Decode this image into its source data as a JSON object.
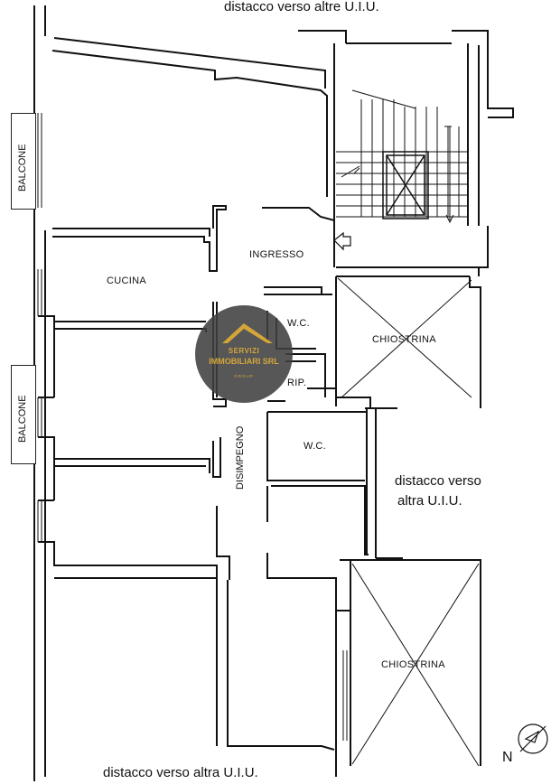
{
  "top_note": "distacco verso altre U.I.U.",
  "right_note": [
    "distacco verso",
    "altra U.I.U."
  ],
  "bottom_note": "distacco verso altra U.I.U.",
  "rooms": {
    "ingresso": "INGRESSO",
    "cucina": "CUCINA",
    "wc1": "W.C.",
    "wc2": "W.C.",
    "rip": "RIP.",
    "chiostrina1": "CHIOSTRINA",
    "chiostrina2": "CHIOSTRINA",
    "disimpegno": "DISIMPEGNO"
  },
  "balcone": [
    "BALCONE",
    "BALCONE"
  ],
  "compass": "N",
  "logo": {
    "line1": "SERVIZI",
    "line2": "IMMOBILIARI SRL",
    "line3": "GROUP",
    "colors": {
      "disc": "#404040",
      "text": "#d4a63a"
    }
  }
}
